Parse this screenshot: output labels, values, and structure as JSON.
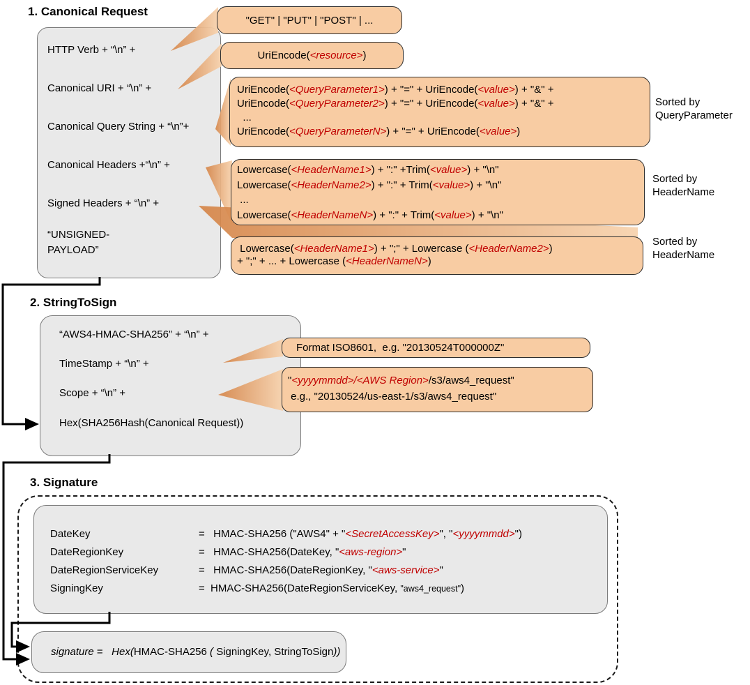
{
  "colors": {
    "callout_fill": "#F8CCA3",
    "panel_fill": "#E9E9E9",
    "placeholder_red": "#C00000",
    "funnel_dark": "#D58548",
    "funnel_light": "#F7D3AF"
  },
  "section1": {
    "title": "1. Canonical Request",
    "panel_lines": [
      "HTTP Verb + “\\n” +",
      "Canonical URI + “\\n” +",
      "Canonical Query String + “\\n”+",
      "Canonical Headers +“\\n” +",
      "Signed Headers + “\\n” +",
      "“UNSIGNED-\nPAYLOAD”"
    ],
    "callout_http_verb": [
      {
        "t": "\"GET\" | \"PUT\" | \"POST\" | ..."
      }
    ],
    "callout_uri": [
      {
        "t": "UriEncode("
      },
      {
        "t": "<resource>",
        "red": true
      },
      {
        "t": ")"
      }
    ],
    "callout_query": [
      [
        {
          "t": "UriEncode("
        },
        {
          "t": "<QueryParameter1>",
          "red": true
        },
        {
          "t": ") + \"=\" + UriEncode("
        },
        {
          "t": "<value>",
          "red": true
        },
        {
          "t": ") + \"&\" +"
        }
      ],
      [
        {
          "t": "UriEncode("
        },
        {
          "t": "<QueryParameter2>",
          "red": true
        },
        {
          "t": ") + \"=\" + UriEncode("
        },
        {
          "t": "<value>",
          "red": true
        },
        {
          "t": ") + \"&\" +"
        }
      ],
      [
        {
          "t": "  ..."
        }
      ],
      [
        {
          "t": "UriEncode("
        },
        {
          "t": "<QueryParameterN>",
          "red": true
        },
        {
          "t": ") + \"=\" + UriEncode("
        },
        {
          "t": "<value>",
          "red": true
        },
        {
          "t": ")"
        }
      ]
    ],
    "callout_headers": [
      [
        {
          "t": "Lowercase("
        },
        {
          "t": "<HeaderName1>",
          "red": true
        },
        {
          "t": ") + \":\" +Trim("
        },
        {
          "t": "<value>",
          "red": true
        },
        {
          "t": ") + \"\\n\""
        }
      ],
      [
        {
          "t": "Lowercase("
        },
        {
          "t": "<HeaderName2>",
          "red": true
        },
        {
          "t": ") + \":\" + Trim("
        },
        {
          "t": "<value>",
          "red": true
        },
        {
          "t": ") + \"\\n\""
        }
      ],
      [
        {
          "t": " ..."
        }
      ],
      [
        {
          "t": "Lowercase("
        },
        {
          "t": "<HeaderNameN>",
          "red": true
        },
        {
          "t": ") + \":\" + Trim("
        },
        {
          "t": "<value>",
          "red": true
        },
        {
          "t": ") + \"\\n\""
        }
      ]
    ],
    "callout_signed_headers": [
      [
        {
          "t": " Lowercase("
        },
        {
          "t": "<HeaderName1>",
          "red": true
        },
        {
          "t": ") + \";\" + Lowercase ("
        },
        {
          "t": "<HeaderName2>",
          "red": true
        },
        {
          "t": ")"
        }
      ],
      [
        {
          "t": "+ \";\" + ... + Lowercase ("
        },
        {
          "t": "<HeaderNameN>",
          "red": true
        },
        {
          "t": ")"
        }
      ]
    ],
    "note_query": "Sorted by\nQueryParameter",
    "note_headers": "Sorted by\nHeaderName",
    "note_signed_headers": "Sorted by\nHeaderName"
  },
  "section2": {
    "title": "2. StringToSign",
    "panel_lines": [
      "“AWS4-HMAC-SHA256” + “\\n” +",
      "TimeStamp + “\\n” +",
      "Scope + “\\n” +",
      "Hex(SHA256Hash(Canonical Request))"
    ],
    "callout_timestamp": [
      {
        "t": "Format ISO8601,  e.g. \"20130524T000000Z\""
      }
    ],
    "callout_scope": [
      [
        {
          "t": "\""
        },
        {
          "t": "<yyyymmdd>/<AWS Region>",
          "red": true
        },
        {
          "t": "/s3/aws4_request\""
        }
      ],
      [
        {
          "t": " e.g., \"20130524/us-east-1/s3/aws4_request\""
        }
      ]
    ]
  },
  "section3": {
    "title": "3. Signature",
    "eq_sign": "=",
    "rows": [
      {
        "name": "DateKey",
        "formula": [
          {
            "t": " HMAC-SHA256 (\"AWS4\" + \""
          },
          {
            "t": "<SecretAccessKey>",
            "red": true
          },
          {
            "t": "\", \""
          },
          {
            "t": "<yyyymmdd>",
            "red": true
          },
          {
            "t": "\")"
          }
        ]
      },
      {
        "name": "DateRegionKey",
        "formula": [
          {
            "t": " HMAC-SHA256(DateKey, \""
          },
          {
            "t": "<aws-region>",
            "red": true
          },
          {
            "t": "\""
          }
        ]
      },
      {
        "name": "DateRegionServiceKey",
        "formula": [
          {
            "t": " HMAC-SHA256(DateRegionKey, \""
          },
          {
            "t": "<aws-service>",
            "red": true
          },
          {
            "t": "\""
          }
        ]
      },
      {
        "name": "SigningKey",
        "formula": [
          {
            "t": "HMAC-SHA256(DateRegionServiceKey, "
          },
          {
            "t": "\"aws4_request\"",
            "sm": true
          },
          {
            "t": ")"
          }
        ]
      }
    ],
    "signature_line": [
      {
        "t": "signature",
        "i": true
      },
      {
        "t": " =   "
      },
      {
        "t": "Hex(",
        "i": true
      },
      {
        "t": "HMAC-SHA256 "
      },
      {
        "t": "( ",
        "i": true
      },
      {
        "t": "SigningKey, StringToSign"
      },
      {
        "t": "))",
        "i": true
      }
    ]
  }
}
